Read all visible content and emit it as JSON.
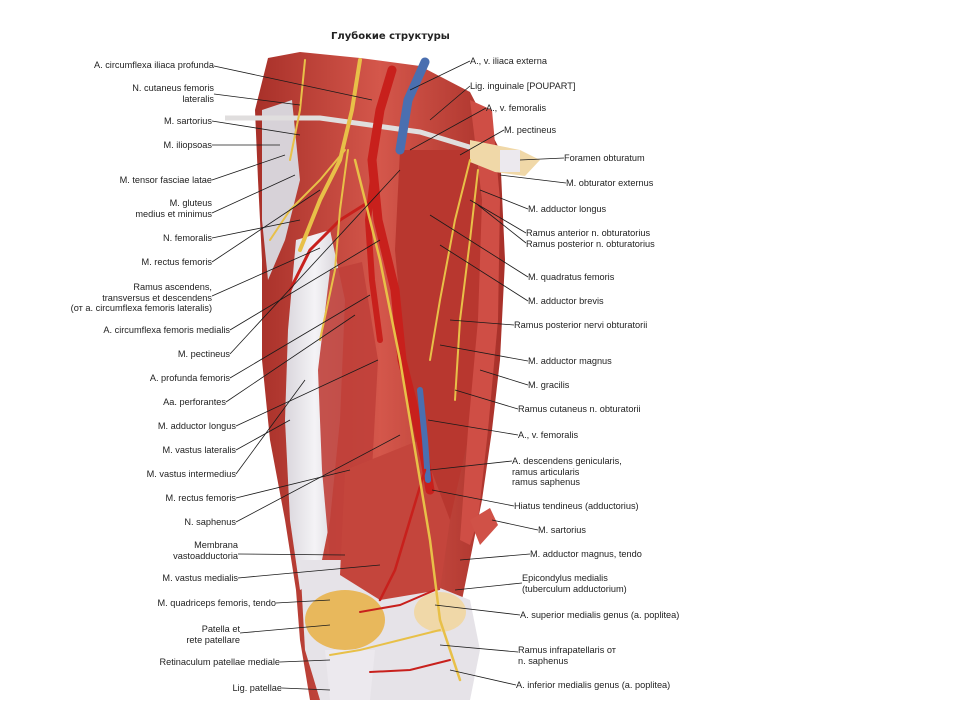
{
  "title": "Глубокие структуры",
  "left_labels": [
    {
      "id": "a-circumflexa-iliaca-profunda",
      "lines": [
        "A. circumflexa iliaca profunda"
      ]
    },
    {
      "id": "n-cutaneus-femoris-lateralis",
      "lines": [
        "N. cutaneus femoris",
        "lateralis"
      ]
    },
    {
      "id": "m-sartorius-upper",
      "lines": [
        "M. sartorius"
      ]
    },
    {
      "id": "m-iliopsoas",
      "lines": [
        "M. iliopsoas"
      ]
    },
    {
      "id": "m-tensor-fasciae-latae",
      "lines": [
        "M. tensor fasciae latae"
      ]
    },
    {
      "id": "m-gluteus",
      "lines": [
        "M. gluteus",
        "medius et minimus"
      ]
    },
    {
      "id": "n-femoralis",
      "lines": [
        "N. femoralis"
      ]
    },
    {
      "id": "m-rectus-femoris-upper",
      "lines": [
        "M. rectus femoris"
      ]
    },
    {
      "id": "ramus-ascendens",
      "lines": [
        "Ramus ascendens,",
        "transversus et descendens",
        "(от a. circumflexa femoris lateralis)"
      ]
    },
    {
      "id": "a-circumflexa-femoris-medialis",
      "lines": [
        "A. circumflexa femoris medialis"
      ]
    },
    {
      "id": "m-pectineus-left",
      "lines": [
        "M. pectineus"
      ]
    },
    {
      "id": "a-profunda-femoris",
      "lines": [
        "A. profunda femoris"
      ]
    },
    {
      "id": "aa-perforantes",
      "lines": [
        "Aa. perforantes"
      ]
    },
    {
      "id": "m-adductor-longus-left",
      "lines": [
        "M. adductor longus"
      ]
    },
    {
      "id": "m-vastus-lateralis",
      "lines": [
        "M. vastus lateralis"
      ]
    },
    {
      "id": "m-vastus-intermedius",
      "lines": [
        "M. vastus intermedius"
      ]
    },
    {
      "id": "m-rectus-femoris-lower",
      "lines": [
        "M. rectus femoris"
      ]
    },
    {
      "id": "n-saphenus",
      "lines": [
        "N. saphenus"
      ]
    },
    {
      "id": "membrana-vastoadductoria",
      "lines": [
        "Membrana",
        "vastoadductoria"
      ]
    },
    {
      "id": "m-vastus-medialis",
      "lines": [
        "M. vastus medialis"
      ]
    },
    {
      "id": "m-quadriceps-tendo",
      "lines": [
        "M. quadriceps femoris, tendo"
      ]
    },
    {
      "id": "patella",
      "lines": [
        "Patella et",
        "rete patellare"
      ]
    },
    {
      "id": "retinaculum",
      "lines": [
        "Retinaculum patellae mediale"
      ]
    },
    {
      "id": "lig-patellae",
      "lines": [
        "Lig. patellae"
      ]
    }
  ],
  "right_labels": [
    {
      "id": "a-v-iliaca-externa",
      "lines": [
        "A., v. iliaca externa"
      ]
    },
    {
      "id": "lig-inguinale",
      "lines": [
        "Lig. inguinale [POUPART]"
      ]
    },
    {
      "id": "a-v-femoralis-upper",
      "lines": [
        "A., v. femoralis"
      ]
    },
    {
      "id": "m-pectineus-right",
      "lines": [
        "M. pectineus"
      ]
    },
    {
      "id": "foramen-obturatum",
      "lines": [
        "Foramen obturatum"
      ]
    },
    {
      "id": "m-obturator-externus",
      "lines": [
        "M. obturator externus"
      ]
    },
    {
      "id": "m-adductor-longus-right",
      "lines": [
        "M. adductor longus"
      ]
    },
    {
      "id": "ramus-anterior-posterior",
      "lines": [
        "Ramus anterior n. obturatorius",
        "Ramus posterior n. obturatorius"
      ]
    },
    {
      "id": "m-quadratus-femoris",
      "lines": [
        "M. quadratus femoris"
      ]
    },
    {
      "id": "m-adductor-brevis",
      "lines": [
        "M. adductor brevis"
      ]
    },
    {
      "id": "ramus-posterior-nervi",
      "lines": [
        "Ramus posterior nervi obturatorii"
      ]
    },
    {
      "id": "m-adductor-magnus",
      "lines": [
        "M. adductor magnus"
      ]
    },
    {
      "id": "m-gracilis",
      "lines": [
        "M. gracilis"
      ]
    },
    {
      "id": "ramus-cutaneus",
      "lines": [
        "Ramus cutaneus n. obturatorii"
      ]
    },
    {
      "id": "a-v-femoralis-lower",
      "lines": [
        "A., v. femoralis"
      ]
    },
    {
      "id": "a-descendens-genicularis",
      "lines": [
        "A. descendens genicularis,",
        "ramus articularis",
        "ramus saphenus"
      ]
    },
    {
      "id": "hiatus-tendineus",
      "lines": [
        "Hiatus tendineus (adductorius)"
      ]
    },
    {
      "id": "m-sartorius-lower",
      "lines": [
        "M. sartorius"
      ]
    },
    {
      "id": "m-adductor-magnus-tendo",
      "lines": [
        "M. adductor magnus, tendo"
      ]
    },
    {
      "id": "epicondylus-medialis",
      "lines": [
        "Epicondylus medialis",
        "(tuberculum adductorium)"
      ]
    },
    {
      "id": "a-superior-medialis-genus",
      "lines": [
        "A. superior medialis genus (a. poplitea)"
      ]
    },
    {
      "id": "ramus-infrapatellaris",
      "lines": [
        "Ramus infrapatellaris от",
        "n. saphenus"
      ]
    },
    {
      "id": "a-inferior-medialis-genus",
      "lines": [
        "A. inferior medialis genus (a. poplitea)"
      ]
    }
  ],
  "colors": {
    "muscle": "#c8423a",
    "muscle_dark": "#9e2a24",
    "artery": "#c8201c",
    "vein": "#4a6fb0",
    "nerve": "#e8c048",
    "tendon": "#e9e7ea",
    "bone": "#f0d8a8",
    "line": "#1a1a1a"
  }
}
